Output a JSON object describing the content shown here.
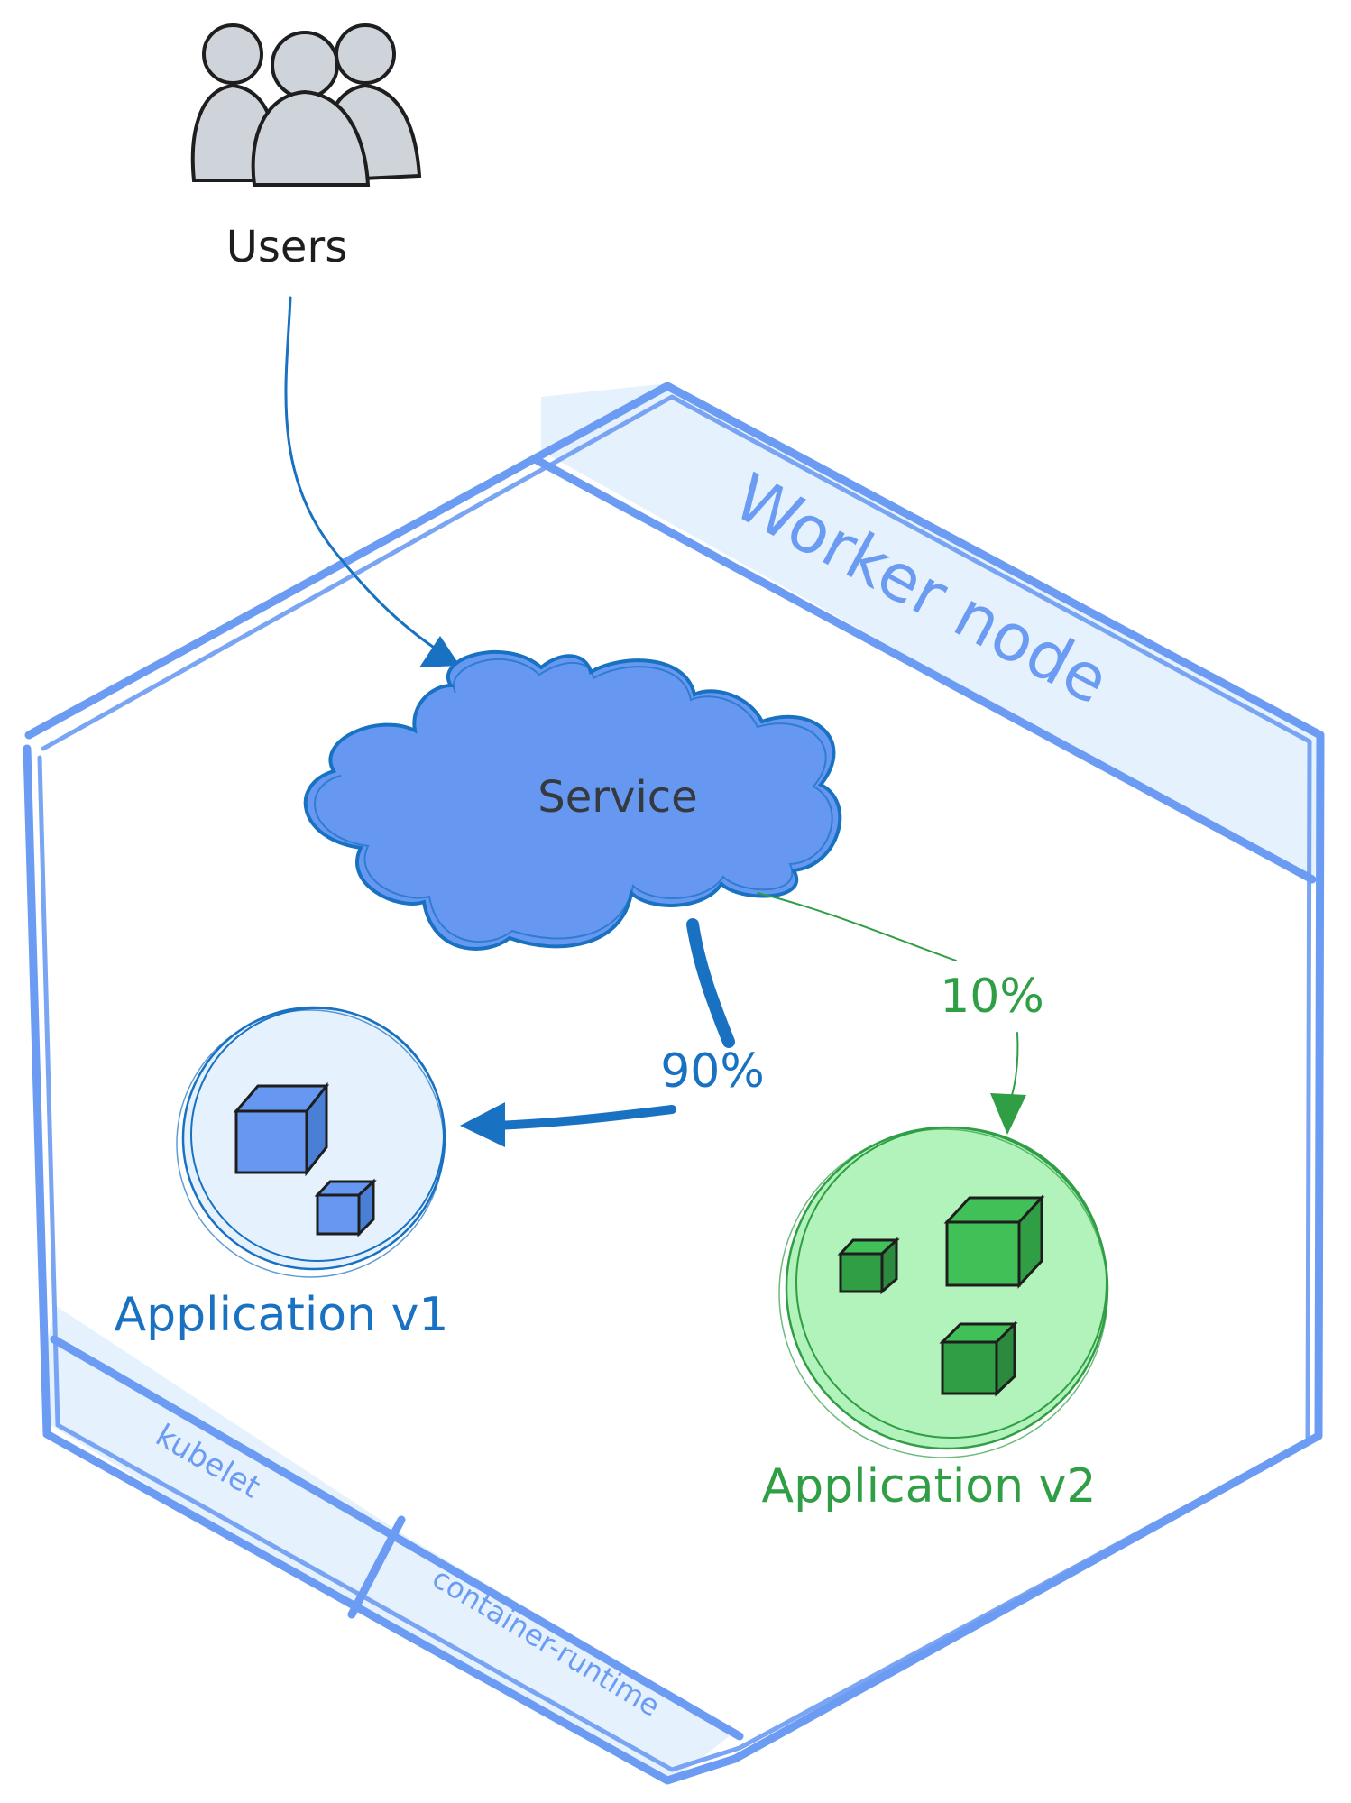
{
  "users": {
    "label": "Users",
    "icon": "users-group-icon"
  },
  "worker_node": {
    "label": "Worker node"
  },
  "service": {
    "label": "Service",
    "icon": "cloud-icon"
  },
  "routes": {
    "v1_percent": "90%",
    "v2_percent": "10%"
  },
  "app_v1": {
    "label": "Application v1"
  },
  "app_v2": {
    "label": "Application v2"
  },
  "bottom_bands": {
    "kubelet": "kubelet",
    "container_runtime": "container-runtime"
  },
  "colors": {
    "hex_border": "#6b9bf2",
    "band_fill": "#e5f2fd",
    "service_fill": "#6698f2",
    "service_stroke": "#1971c2",
    "dark_blue": "#1971c2",
    "green_text": "#2f9e44",
    "green_fill": "#b2f2bb",
    "green_cube": "#40c057",
    "user_fill": "#ced4da"
  }
}
